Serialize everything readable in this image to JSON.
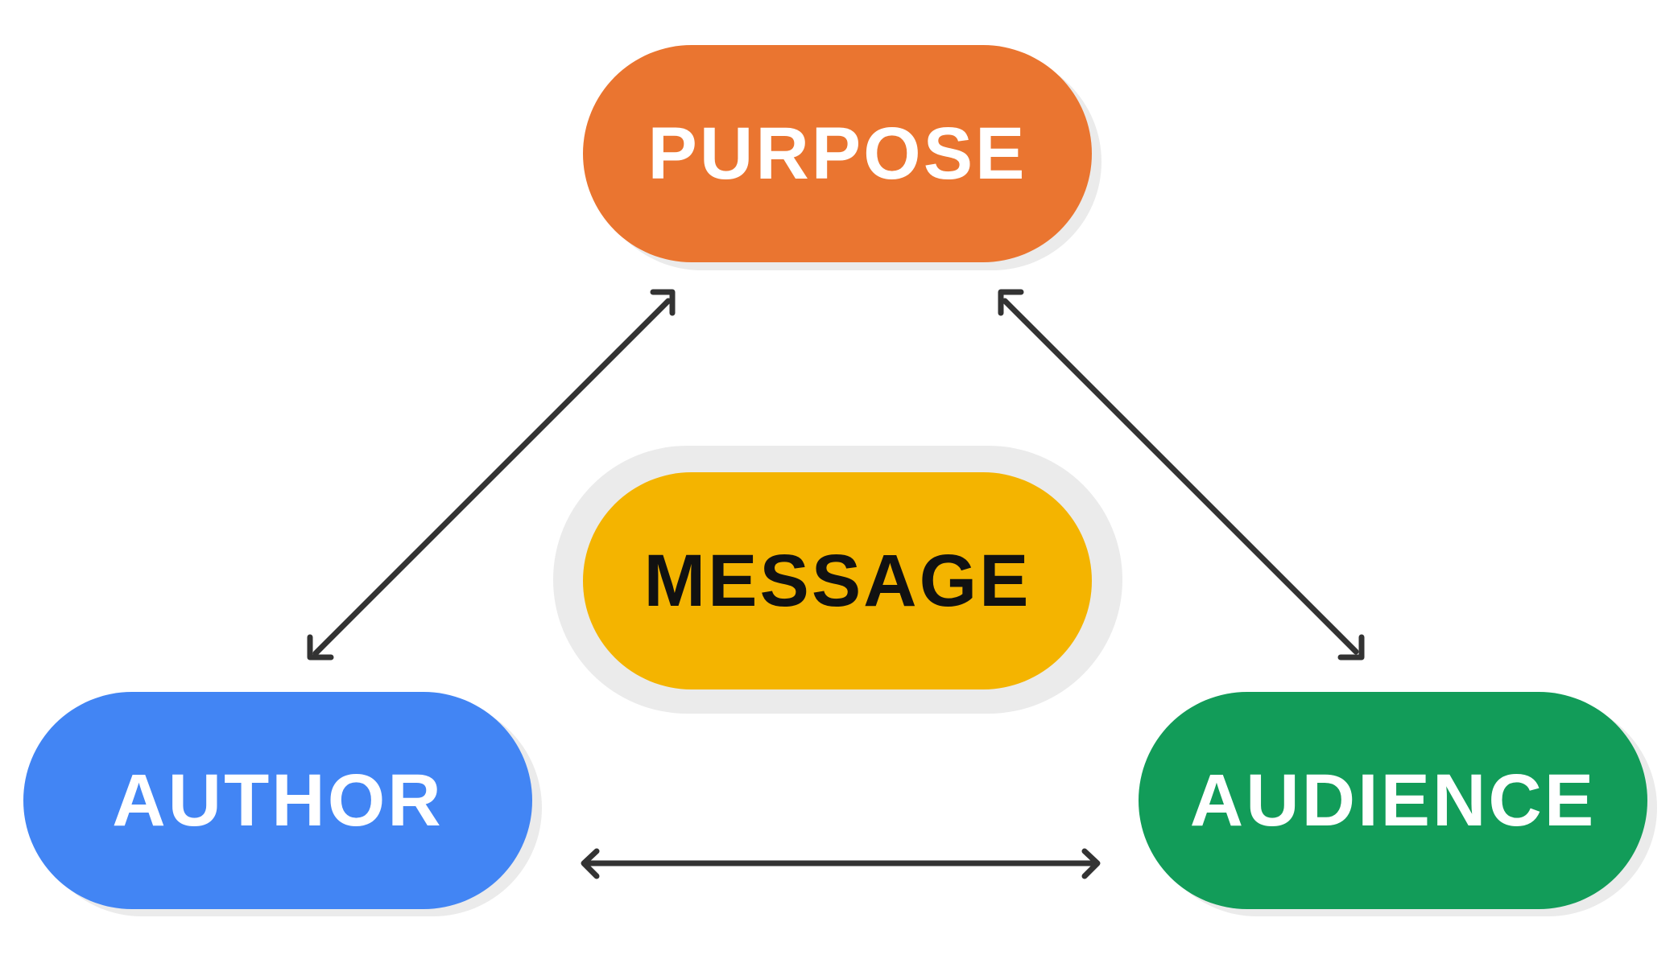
{
  "nodes": {
    "purpose": {
      "label": "PURPOSE",
      "fill": "#EA7530",
      "text_color": "#FFFFFF"
    },
    "message": {
      "label": "MESSAGE",
      "fill": "#F4B400",
      "text_color": "#111111",
      "halo": "#EBEBEB"
    },
    "author": {
      "label": "AUTHOR",
      "fill": "#4285F4",
      "text_color": "#FFFFFF"
    },
    "audience": {
      "label": "AUDIENCE",
      "fill": "#129C59",
      "text_color": "#FFFFFF"
    }
  },
  "connectors": [
    {
      "from": "author",
      "to": "purpose",
      "style": "double-headed arrow"
    },
    {
      "from": "purpose",
      "to": "audience",
      "style": "double-headed arrow"
    },
    {
      "from": "author",
      "to": "audience",
      "style": "double-headed arrow"
    }
  ],
  "colors": {
    "arrow": "#333333",
    "shadow": "#EBEBEB",
    "background": "#FFFFFF"
  }
}
